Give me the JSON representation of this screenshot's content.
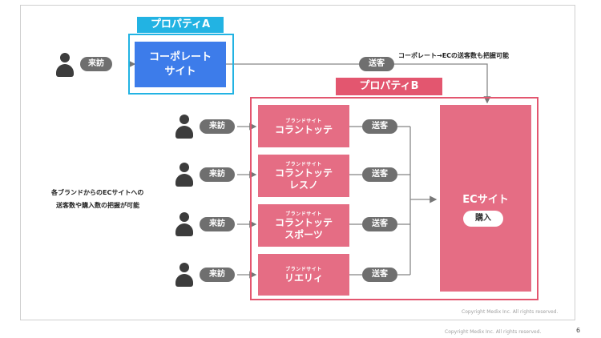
{
  "property_a": {
    "tab": "プロパティA",
    "site_line1": "コーポレート",
    "site_line2": "サイト"
  },
  "property_b": {
    "tab": "プロパティB"
  },
  "visit_label": "来訪",
  "send_label": "送客",
  "corporate_note": "コーポレート→ECの送客数も把握可能",
  "left_note_line1": "各ブランドからのECサイトへの",
  "left_note_line2": "送客数や購入数の把握が可能",
  "brand_caption": "ブランドサイト",
  "brands": [
    {
      "lines": [
        "コラントッテ"
      ]
    },
    {
      "lines": [
        "コラントッテ",
        "レスノ"
      ]
    },
    {
      "lines": [
        "コラントッテ",
        "スポーツ"
      ]
    },
    {
      "lines": [
        "リエリィ"
      ]
    }
  ],
  "ec_site": {
    "title": "ECサイト",
    "purchase": "購入"
  },
  "copyright_inner": "Copyright Medix Inc. All rights reserved.",
  "copyright_outer": "Copyright Medix Inc. All rights reserved.",
  "page_number": "6",
  "colors": {
    "cyan": "#22b3e3",
    "blue": "#3d7cea",
    "pink": "#e3566f",
    "pink_box": "#e56d84",
    "gray": "#6f6f6f"
  }
}
